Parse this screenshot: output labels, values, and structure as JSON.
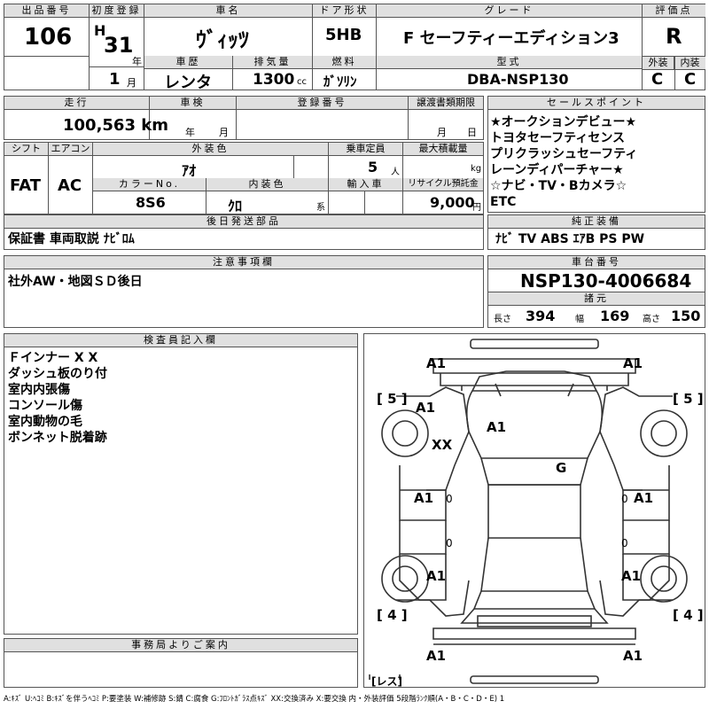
{
  "header": {
    "lot_label": "出品番号",
    "lot": "106",
    "first_reg_label": "初度登録",
    "era": "H",
    "year": "31",
    "year_unit": "年",
    "month": "1",
    "month_unit": "月",
    "car_name_label": "車名",
    "car_name": "ｳﾞｨｯﾂ",
    "door_label": "ドア形状",
    "door": "5HB",
    "grade_label": "グレード",
    "grade": "F セーフティーエディション3",
    "score_label": "評価点",
    "score": "R",
    "history_label": "車歴",
    "history": "レンタ",
    "displacement_label": "排気量",
    "displacement": "1300",
    "displacement_unit": "cc",
    "fuel_label": "燃料",
    "fuel": "ｶﾞｿﾘﾝ",
    "model_label": "型式",
    "model": "DBA-NSP130",
    "exterior_label": "外装",
    "exterior": "C",
    "interior_label": "内装",
    "interior": "C"
  },
  "row2": {
    "mileage_label": "走行",
    "mileage": "100,563 km",
    "inspection_label": "車検",
    "insp_year": "年",
    "insp_month": "月",
    "reg_no_label": "登録番号",
    "transfer_label": "譲渡書類期限",
    "transfer_month": "月",
    "transfer_day": "日",
    "sales_label": "セールスポイント",
    "sales_points": [
      "★オークションデビュー★",
      "トヨタセーフティセンス",
      "プリクラッシュセーフティ",
      "レーンディパーチャー★",
      "☆ナビ・TV・Bカメラ☆",
      "ETC"
    ]
  },
  "row3": {
    "shift_label": "シフト",
    "shift": "FAT",
    "ac_label": "エアコン",
    "ac": "AC",
    "ext_color_label": "外装色",
    "ext_color": "ｱｵ",
    "capacity_label": "乗車定員",
    "capacity": "5",
    "capacity_unit": "人",
    "max_load_label": "最大積載量",
    "max_load_unit": "kg",
    "color_no_label": "カラーNo.",
    "color_no": "8S6",
    "int_color_label": "内装色",
    "int_color": "ｸﾛ",
    "int_color_unit": "系",
    "import_label": "輸入車",
    "recycle_label": "リサイクル預託金",
    "recycle": "9,000",
    "recycle_unit": "円"
  },
  "later_parts": {
    "label": "後日発送部品",
    "value": "保証書 車両取説 ﾅﾋﾞﾛﾑ"
  },
  "equipment": {
    "label": "純正装備",
    "value": "ﾅﾋﾞ TV ABS ｴｱB PS PW"
  },
  "notes": {
    "label": "注意事項欄",
    "value": "社外AW・地図ＳＤ後日"
  },
  "chassis": {
    "label": "車台番号",
    "value": "NSP130-4006684",
    "spec_label": "諸元",
    "length_label": "長さ",
    "length": "394",
    "width_label": "幅",
    "width": "169",
    "height_label": "高さ",
    "height": "150"
  },
  "inspector": {
    "label": "検査員記入欄",
    "lines": [
      "Ｆインナー X X",
      "ダッシュ板のり付",
      "室内内張傷",
      "コンソール傷",
      "室内動物の毛",
      "ボンネット脱着跡"
    ]
  },
  "office": {
    "label": "事務局よりご案内"
  },
  "diagram": {
    "marks": [
      "A1",
      "A1",
      "A1",
      "XX",
      "A1",
      "G",
      "A1",
      "A1",
      "A1",
      "A1",
      "A1",
      "A1"
    ],
    "tire_front_left": "5",
    "tire_front_right": "5",
    "tire_rear_left": "4",
    "tire_rear_right": "4",
    "spare": "レス",
    "zero": "0"
  },
  "legend": "A:ｷｽﾞ U:ﾍｺﾐ B:ｷｽﾞを伴うﾍｺﾐ P:要塗装 W:補修跡 S:錆 C:腐食 G:ﾌﾛﾝﾄｶﾞﾗｽ点ｷｽﾞ XX:交換済み X:要交換 内・外装評価 5段階ﾗﾝｸ順(A・B・C・D・E) 1"
}
